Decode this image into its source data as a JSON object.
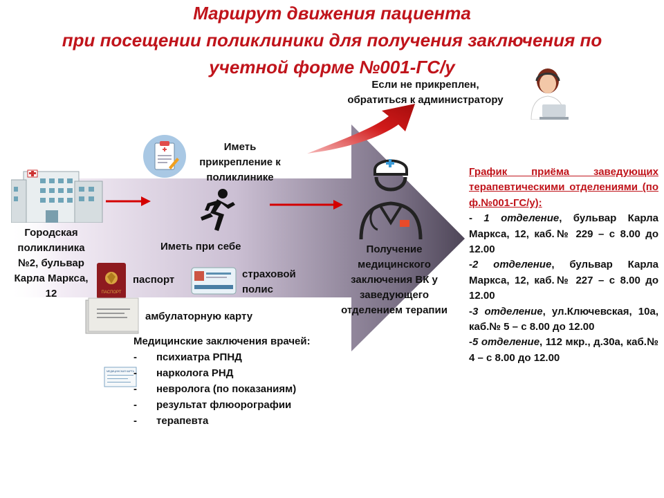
{
  "title": {
    "line1": "Маршрут движения пациента",
    "line2": "при посещении поликлиники для получения заключения по",
    "line3": "учетной форме №001-ГС/у"
  },
  "admin_note": {
    "line1": "Если не прикреплен,",
    "line2": "обратиться к администратору"
  },
  "step_clinic": {
    "line1": "Городская",
    "line2": "поликлиника",
    "line3": "№2, бульвар",
    "line4": "Карла Маркса,",
    "line5": "12"
  },
  "step_attach": {
    "line1": "Иметь",
    "line2": "прикрепление к",
    "line3": "поликлинике"
  },
  "step_bring": "Иметь при себе",
  "documents": {
    "passport": "паспорт",
    "insurance_line1": "страховой",
    "insurance_line2": "полис",
    "outpatient_card": "амбулаторную карту",
    "passport_cover": "ПАСПОРТ",
    "card_label": "МЕДИЦИНСКАЯ КАРТА"
  },
  "med_conclusions": {
    "heading": "Медицинские заключения врачей:",
    "dash": "-",
    "items": [
      "психиатра РПНД",
      "нарколога РНД",
      "невролога (по показаниям)",
      "результат флюорографии",
      "терапевта"
    ]
  },
  "step_receive": {
    "line1": "Получение",
    "line2": "медицинского",
    "line3": "заключения ВК у",
    "line4": "заведующего",
    "line5": "отделением терапии"
  },
  "schedule": {
    "heading": "График приёма заведующих терапевтическими отделениями (по ф.№001-ГС/у):",
    "entries": [
      {
        "prefix": " - ",
        "dept": "1 отделение",
        "text": ", бульвар Карла Маркса, 12, каб.№ 229 – с 8.00 до 12.00"
      },
      {
        "prefix": "-",
        "dept": "2 отделение",
        "text": ", бульвар Карла Маркса, 12, каб.№ 227 – с 8.00 до 12.00"
      },
      {
        "prefix": "-",
        "dept": "3 отделение",
        "text": ", ул.Ключевская, 10а, каб.№ 5 – с 8.00 до 12.00"
      },
      {
        "prefix": "-",
        "dept": "5 отделение",
        "text": ", 112 мкр., д.30а, каб.№ 4 – с 8.00 до 12.00"
      }
    ]
  },
  "colors": {
    "accent_red": "#c0141b",
    "arrow_dark": "#5d5568",
    "arrow_light": "#f1e9f4"
  }
}
